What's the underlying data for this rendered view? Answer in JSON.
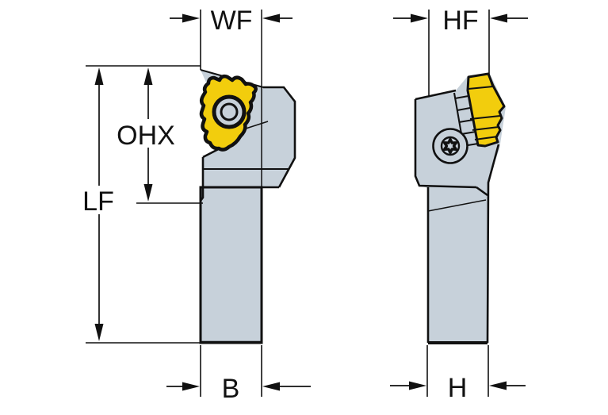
{
  "drawing": {
    "labels": {
      "wf": "WF",
      "hf": "HF",
      "ohx": "OHX",
      "lf": "LF",
      "b": "B",
      "h": "H"
    },
    "colors": {
      "holder_body": "#C7D1DA",
      "insert": "#F2CD0D",
      "outline": "#111111",
      "background": "#FFFFFF"
    }
  }
}
